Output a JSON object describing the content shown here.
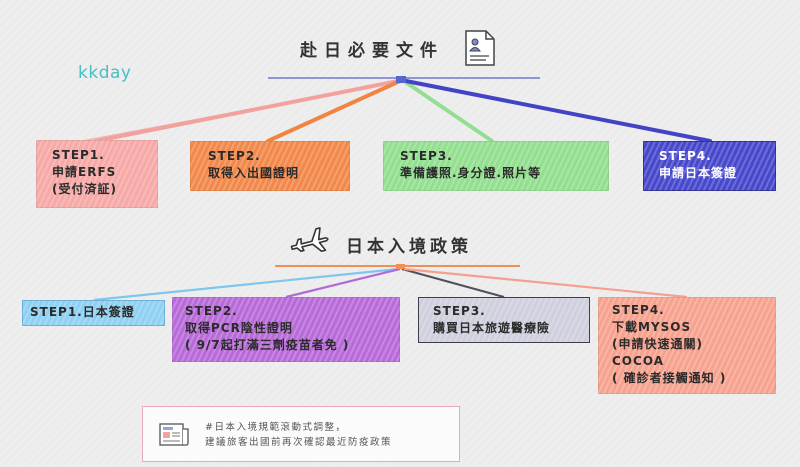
{
  "brand": {
    "logo_text": "kkday",
    "color": "#45c0c3"
  },
  "documents": {
    "title": "赴日必要文件",
    "icon": "document-icon",
    "steps": [
      {
        "step": "STEP1.",
        "lines": [
          "申請ERFS",
          "(受付済証)"
        ],
        "color": "#f6a9a6"
      },
      {
        "step": "STEP2.",
        "lines": [
          "取得入出國證明"
        ],
        "color": "#f2884a"
      },
      {
        "step": "STEP3.",
        "lines": [
          "準備護照.身分證.照片等"
        ],
        "color": "#93df90"
      },
      {
        "step": "STEP4.",
        "lines": [
          "申請日本簽證"
        ],
        "color": "#4848cc"
      }
    ]
  },
  "policy": {
    "title": "日本入境政策",
    "icon": "airplane-icon",
    "steps": [
      {
        "step": "STEP1.",
        "lines": [
          "日本簽證"
        ],
        "color": "#8fd1f2"
      },
      {
        "step": "STEP2.",
        "lines": [
          "取得PCR陰性證明",
          "( 9/7起打滿三劑疫苗者免 )"
        ],
        "color": "#b86ad8"
      },
      {
        "step": "STEP3.",
        "lines": [
          "購買日本旅遊醫療險"
        ],
        "color": "#cfd0dd"
      },
      {
        "step": "STEP4.",
        "lines": [
          "下載MYSOS",
          "(申請快速通關)",
          "COCOA",
          "( 確診者接觸通知 )"
        ],
        "color": "#f7a28f"
      }
    ]
  },
  "note": {
    "icon": "newspaper-icon",
    "lines": [
      "#日本入境規範滾動式調整，",
      "建議旅客出國前再次確認最近防疫政策"
    ],
    "border_color": "#e6a8be"
  }
}
